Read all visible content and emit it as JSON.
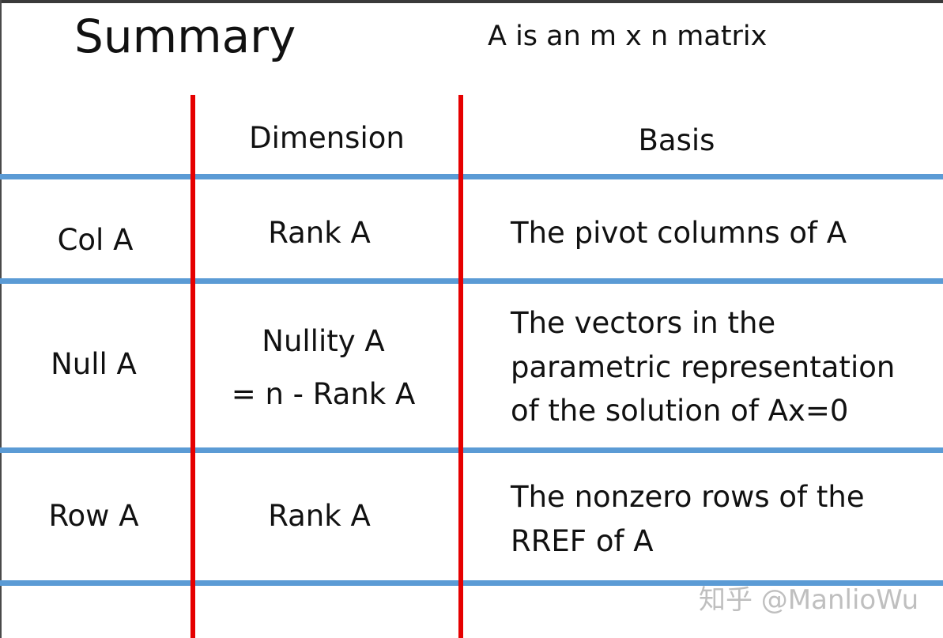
{
  "title": "Summary",
  "subtitle": "A is an m x n matrix",
  "headers": {
    "dimension": "Dimension",
    "basis": "Basis"
  },
  "rows": [
    {
      "label": "Col A",
      "dimension_lines": [
        "Rank A"
      ],
      "basis_lines": [
        "The pivot columns of A"
      ]
    },
    {
      "label": "Null A",
      "dimension_lines": [
        "Nullity A",
        "= n - Rank A"
      ],
      "basis_lines": [
        "The vectors in the",
        "parametric representation",
        "of the solution of Ax=0"
      ]
    },
    {
      "label": "Row A",
      "dimension_lines": [
        "Rank A"
      ],
      "basis_lines": [
        "The nonzero rows of the",
        "RREF of A"
      ]
    }
  ],
  "watermark": "知乎 @ManlioWu",
  "colors": {
    "horizontal_rule": "#5b9bd5",
    "vertical_rule": "#e60000",
    "text": "#111111"
  }
}
